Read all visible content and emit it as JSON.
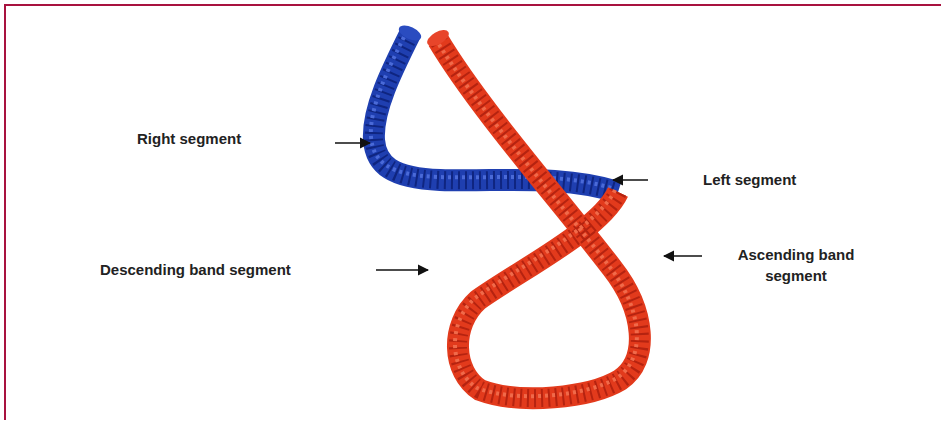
{
  "diagram": {
    "labels": [
      "Right segment",
      "Left segment",
      "Descending band segment",
      "Ascending band segment"
    ]
  }
}
